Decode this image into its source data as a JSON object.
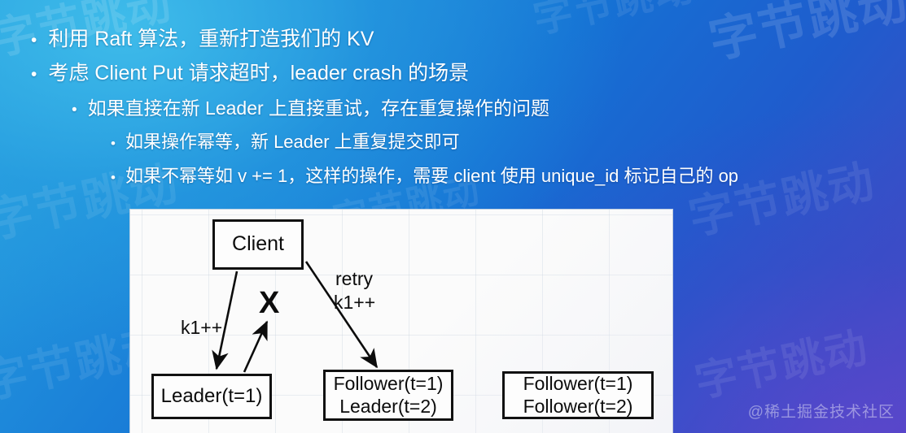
{
  "slide": {
    "background_colors": {
      "top_left": "#2ea8e0",
      "mid": "#1571d4",
      "bottom_right": "#5147c4"
    },
    "credit_watermark": "@稀土掘金技术社区",
    "background_watermark_text": "字节跳动"
  },
  "bullets": [
    {
      "level": 1,
      "marker": "•",
      "text": "利用 Raft 算法，重新打造我们的 KV"
    },
    {
      "level": 1,
      "marker": "•",
      "text": "考虑 Client Put 请求超时，leader crash 的场景"
    },
    {
      "level": 2,
      "marker": "•",
      "text": "如果直接在新 Leader 上直接重试，存在重复操作的问题"
    },
    {
      "level": 3,
      "marker": "•",
      "text": "如果操作幂等，新 Leader 上重复提交即可"
    },
    {
      "level": 3,
      "marker": "•",
      "text": "如果不幂等如 v += 1，这样的操作，需要 client 使用 unique_id 标记自己的 op"
    }
  ],
  "diagram": {
    "nodes": {
      "client": {
        "label": "Client"
      },
      "leader1": {
        "label": "Leader(t=1)"
      },
      "follower_leader": {
        "line1": "Follower(t=1)",
        "line2": "Leader(t=2)"
      },
      "follower_follower": {
        "line1": "Follower(t=1)",
        "line2": "Follower(t=2)"
      }
    },
    "edge_labels": {
      "k1_left": "k1++",
      "retry": "retry",
      "k1_retry": "k1++"
    },
    "failure_mark": "X",
    "border_color": "#111111",
    "paper_color": "#fbfbfb"
  }
}
